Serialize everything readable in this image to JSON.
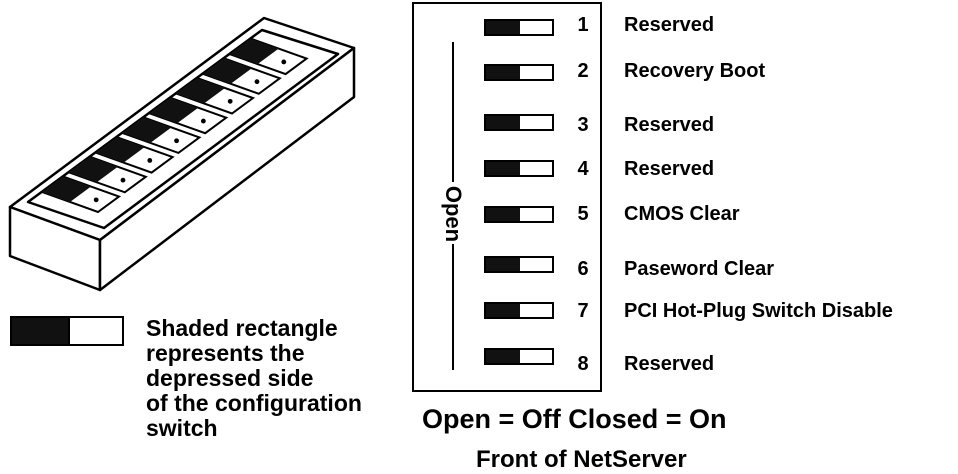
{
  "legend": {
    "lines": [
      "Shaded rectangle",
      "represents the",
      "depressed side",
      "of the configuration",
      "switch"
    ]
  },
  "switch_panel": {
    "orientation_label": "Open",
    "switches": [
      {
        "number": "1",
        "function": "Reserved"
      },
      {
        "number": "2",
        "function": "Recovery Boot"
      },
      {
        "number": "3",
        "function": "Reserved"
      },
      {
        "number": "4",
        "function": "Reserved"
      },
      {
        "number": "5",
        "function": "CMOS Clear"
      },
      {
        "number": "6",
        "function": "Paseword Clear"
      },
      {
        "number": "7",
        "function": "PCI Hot-Plug Switch Disable"
      },
      {
        "number": "8",
        "function": "Reserved"
      }
    ]
  },
  "state_legend": "Open = Off  Closed = On",
  "footer": "Front of NetServer",
  "colors": {
    "shade": "#111111",
    "line": "#000000",
    "background": "#ffffff"
  }
}
